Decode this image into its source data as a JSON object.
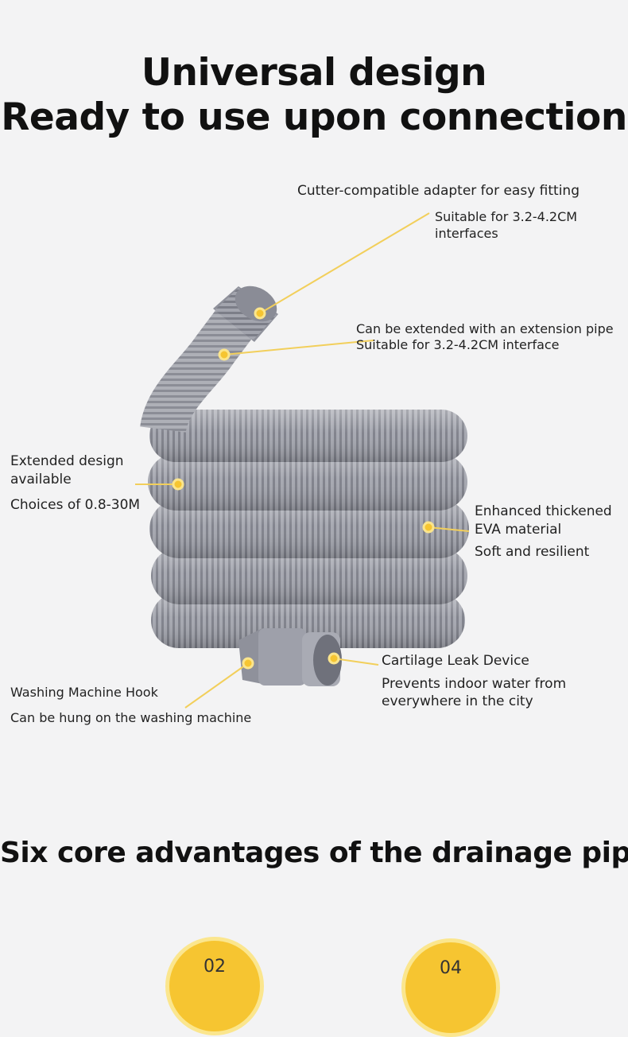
{
  "headline": {
    "line1": "Universal design",
    "line2": "Ready to use upon connection"
  },
  "callouts": {
    "adapter_title": "Cutter-compatible adapter for easy fitting",
    "adapter_line1": "Suitable for 3.2-4.2CM",
    "adapter_line2": "interfaces",
    "extension_line1": "Can be extended with an extension pipe",
    "extension_line2": "Suitable for 3.2-4.2CM interface",
    "extended_line1": "Extended design",
    "extended_line2": "available",
    "extended_sub": "Choices of 0.8-30M",
    "eva_line1": "Enhanced thickened",
    "eva_line2": "EVA material",
    "eva_sub": "Soft and resilient",
    "hook_title": "Washing Machine Hook",
    "hook_sub": "Can be hung on the washing machine",
    "leak_title": "Cartilage Leak Device",
    "leak_line1": "Prevents indoor water from",
    "leak_line2": "everywhere in the city"
  },
  "section": {
    "title": "Six core advantages of the drainage pipe",
    "badges": [
      "02",
      "04"
    ]
  },
  "colors": {
    "accent_yellow": "#f6c531",
    "hose_gray": "#9a9ca6"
  }
}
